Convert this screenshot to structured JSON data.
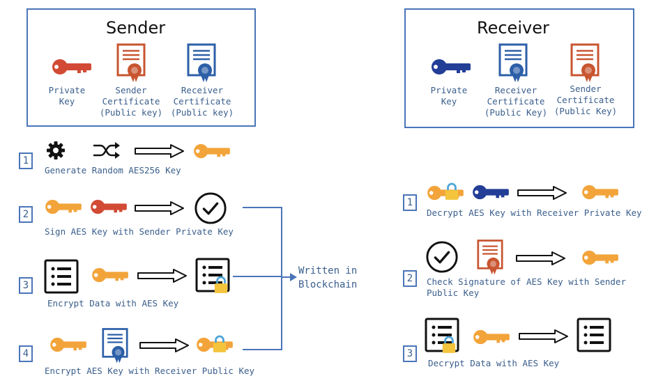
{
  "sender": {
    "title": "Sender",
    "items": [
      {
        "label": "Private\nKey"
      },
      {
        "label": "Sender\nCertificate\n(Public key)"
      },
      {
        "label": "Receiver\nCertificate\n(Public key)"
      }
    ]
  },
  "receiver": {
    "title": "Receiver",
    "items": [
      {
        "label": "Private\nKey"
      },
      {
        "label": "Receiver\nCertificate\n(Public Key)"
      },
      {
        "label": "Sender\nCertificate\n(Public Key)"
      }
    ]
  },
  "sender_steps": [
    {
      "num": "1",
      "caption": "Generate Random AES256 Key"
    },
    {
      "num": "2",
      "caption": "Sign AES Key with Sender Private Key"
    },
    {
      "num": "3",
      "caption": "Encrypt Data with AES Key"
    },
    {
      "num": "4",
      "caption": "Encrypt AES Key with Receiver Public Key"
    }
  ],
  "blockchain": {
    "line1": "Written in",
    "line2": "Blockchain"
  },
  "receiver_steps": [
    {
      "num": "1",
      "caption": "Decrypt AES Key with Receiver Private Key"
    },
    {
      "num": "2",
      "caption_line1": "Check Signature of AES Key with Sender",
      "caption_line2": "Public Key"
    },
    {
      "num": "3",
      "caption": "Decrypt Data with AES Key"
    }
  ],
  "colors": {
    "frame": "#4a74b8",
    "text": "#3a5e8c",
    "aes_key": "#f2a43a",
    "sender_key": "#d24a35",
    "receiver_key": "#233e96",
    "sender_cert": "#c85530",
    "receiver_cert": "#2d5fa8",
    "lock": "#f3c43c"
  }
}
